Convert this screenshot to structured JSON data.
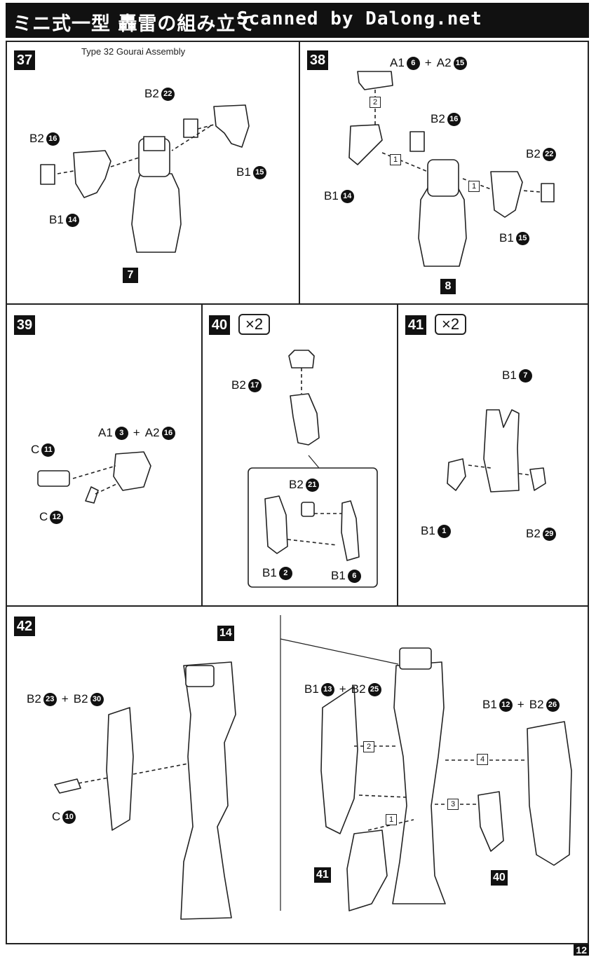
{
  "header": {
    "title": "ミニ式一型 轟雷の組み立て",
    "scanner_text": "Scanned by Dalong.net"
  },
  "steps": {
    "s37": {
      "number": "37",
      "subtitle": "Type 32 Gourai Assembly",
      "labels": [
        {
          "part": "B2",
          "num": "22"
        },
        {
          "part": "B2",
          "num": "16"
        },
        {
          "part": "B1",
          "num": "15"
        },
        {
          "part": "B1",
          "num": "14"
        }
      ],
      "assembly": "7"
    },
    "s38": {
      "number": "38",
      "top": {
        "a": "A1",
        "an": "6",
        "b": "A2",
        "bn": "15"
      },
      "labels": [
        {
          "part": "B2",
          "num": "16"
        },
        {
          "part": "B2",
          "num": "22"
        },
        {
          "part": "B1",
          "num": "14"
        },
        {
          "part": "B1",
          "num": "15"
        }
      ],
      "order": [
        "2",
        "1",
        "1"
      ],
      "assembly": "8"
    },
    "s39": {
      "number": "39",
      "top": {
        "a": "A1",
        "an": "3",
        "b": "A2",
        "bn": "16"
      },
      "labels": [
        {
          "part": "C",
          "num": "11"
        },
        {
          "part": "C",
          "num": "12"
        }
      ]
    },
    "s40": {
      "number": "40",
      "multiplier": "×2",
      "labels": [
        {
          "part": "B2",
          "num": "17"
        },
        {
          "part": "B2",
          "num": "21"
        },
        {
          "part": "B1",
          "num": "2"
        },
        {
          "part": "B1",
          "num": "6"
        }
      ]
    },
    "s41": {
      "number": "41",
      "multiplier": "×2",
      "labels": [
        {
          "part": "B1",
          "num": "7"
        },
        {
          "part": "B1",
          "num": "1"
        },
        {
          "part": "B2",
          "num": "29"
        }
      ]
    },
    "s42": {
      "number": "42",
      "left_combo": {
        "a": "B2",
        "an": "23",
        "b": "B2",
        "bn": "30"
      },
      "left_single": {
        "part": "C",
        "num": "10"
      },
      "ref_left": "14",
      "combo2": {
        "a": "B1",
        "an": "13",
        "b": "B2",
        "bn": "25"
      },
      "combo3": {
        "a": "B1",
        "an": "12",
        "b": "B2",
        "bn": "26"
      },
      "order": [
        "2",
        "4",
        "3",
        "1"
      ],
      "ref_a": "41",
      "ref_b": "40"
    }
  },
  "page_number": "12"
}
